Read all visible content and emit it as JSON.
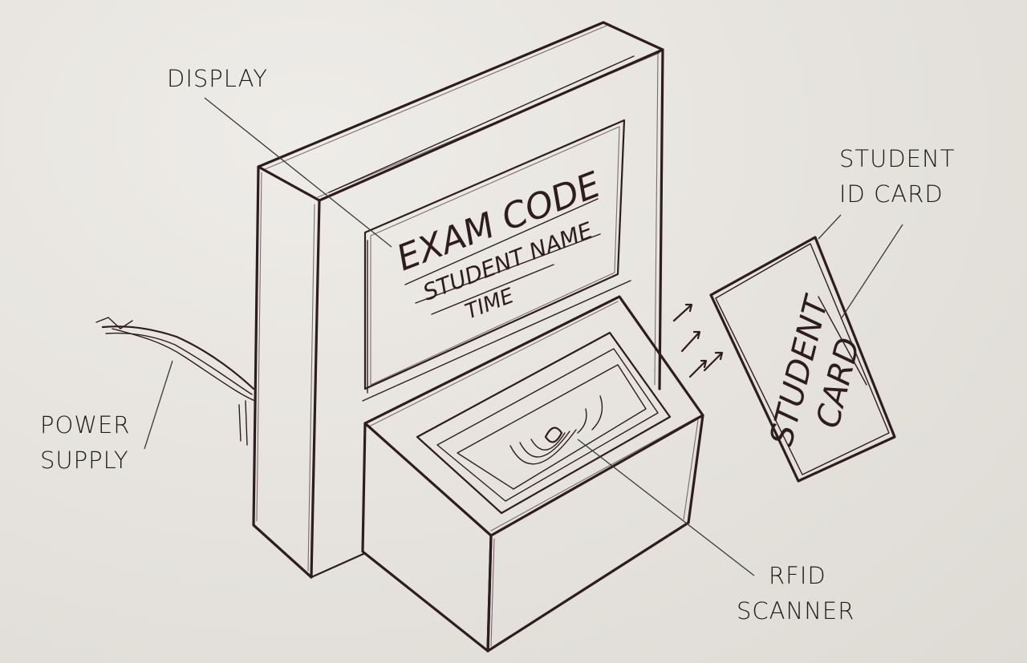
{
  "labels": {
    "display": "DISPLAY",
    "student_id_card": [
      "STUDENT",
      "ID CARD"
    ],
    "power_supply": [
      "POWER",
      "SUPPLY"
    ],
    "rfid_scanner": [
      "RFID",
      "SCANNER"
    ]
  },
  "screen_text": {
    "line1": "EXAM CODE",
    "line2": "STUDENT NAME",
    "line3": "TIME"
  },
  "card_text": {
    "line1": "STUDENT",
    "line2": "CARD"
  },
  "colors": {
    "paper": "#e6e3de",
    "ink": "#2e1c20",
    "label_text": "#1c1c1c"
  }
}
